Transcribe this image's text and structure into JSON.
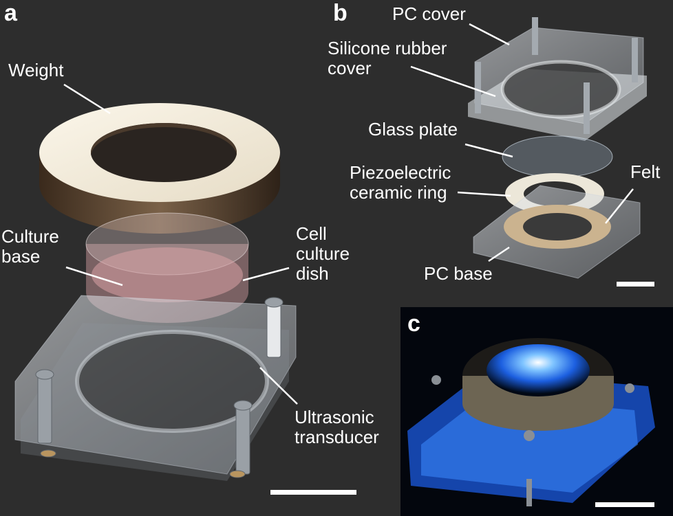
{
  "panels": {
    "a": {
      "letter": "a",
      "labels": {
        "weight": "Weight",
        "culture_base": [
          "Culture",
          "base"
        ],
        "cell_culture_dish": [
          "Cell",
          "culture",
          "dish"
        ],
        "ultrasonic_transducer": [
          "Ultrasonic",
          "transducer"
        ]
      }
    },
    "b": {
      "letter": "b",
      "labels": {
        "pc_cover": "PC cover",
        "silicone_rubber_cover": [
          "Silicone rubber",
          "cover"
        ],
        "glass_plate": "Glass plate",
        "piezoelectric_ceramic_ring": [
          "Piezoelectric",
          "ceramic ring"
        ],
        "felt": "Felt",
        "pc_base": "PC base"
      }
    },
    "c": {
      "letter": "c"
    }
  },
  "colors": {
    "background": "#2d2d2d",
    "label_text": "#ffffff",
    "weight_top": "#f3ecdc",
    "weight_side": "#5a4632",
    "dish_liquid": "#c89a9a",
    "glow_blue": "#2f7dff",
    "felt": "#cbb38f"
  }
}
